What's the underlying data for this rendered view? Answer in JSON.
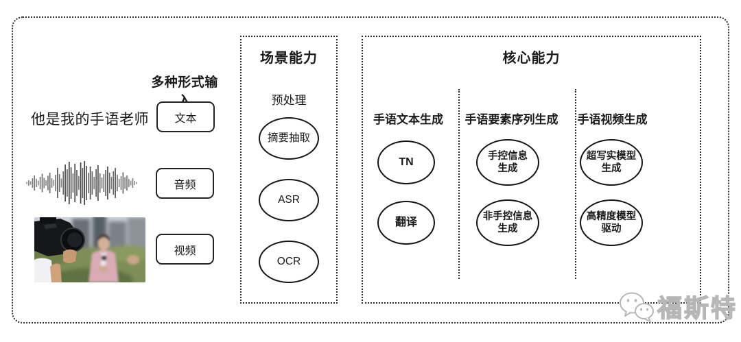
{
  "input_section": {
    "label": "多种形式输入",
    "sample_text": "他是我的手语老师",
    "items": [
      {
        "label": "文本"
      },
      {
        "label": "音频"
      },
      {
        "label": "视频"
      }
    ],
    "icons": [
      "audio-waveform-icon",
      "reporter-photo"
    ]
  },
  "scene_panel": {
    "title": "场景能力",
    "subtitle": "预处理",
    "nodes": [
      {
        "line1": "摘要抽取"
      },
      {
        "line1": "ASR"
      },
      {
        "line1": "OCR"
      }
    ]
  },
  "core_panel": {
    "title": "核心能力",
    "columns": [
      {
        "header": "手语文本生成",
        "nodes": [
          {
            "line1": "TN"
          },
          {
            "line1": "翻译"
          }
        ]
      },
      {
        "header": "手语要素序列生成",
        "nodes": [
          {
            "line1": "手控信息",
            "line2": "生成"
          },
          {
            "line1": "非手控信息",
            "line2": "生成"
          }
        ]
      },
      {
        "header": "手语视频生成",
        "nodes": [
          {
            "line1": "超写实模型",
            "line2": "生成"
          },
          {
            "line1": "高精度模型",
            "line2": "驱动"
          }
        ]
      }
    ]
  },
  "watermark": {
    "text": "福斯特",
    "icon": "wechat-icon",
    "color": "#b6b6b6"
  },
  "colors": {
    "ink": "#1a1a1a",
    "border": "#2b2b2b",
    "node_border": "#141414"
  }
}
